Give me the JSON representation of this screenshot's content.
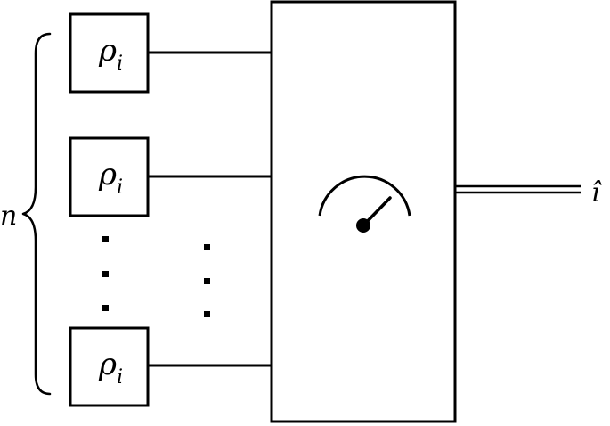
{
  "register_count_label": "n",
  "input_state": {
    "symbol": "ρ",
    "subscript": "i",
    "copies_drawn": 3
  },
  "output_label": "î",
  "measurement_icon": "meter-dial-icon",
  "ellipsis_columns": 2
}
